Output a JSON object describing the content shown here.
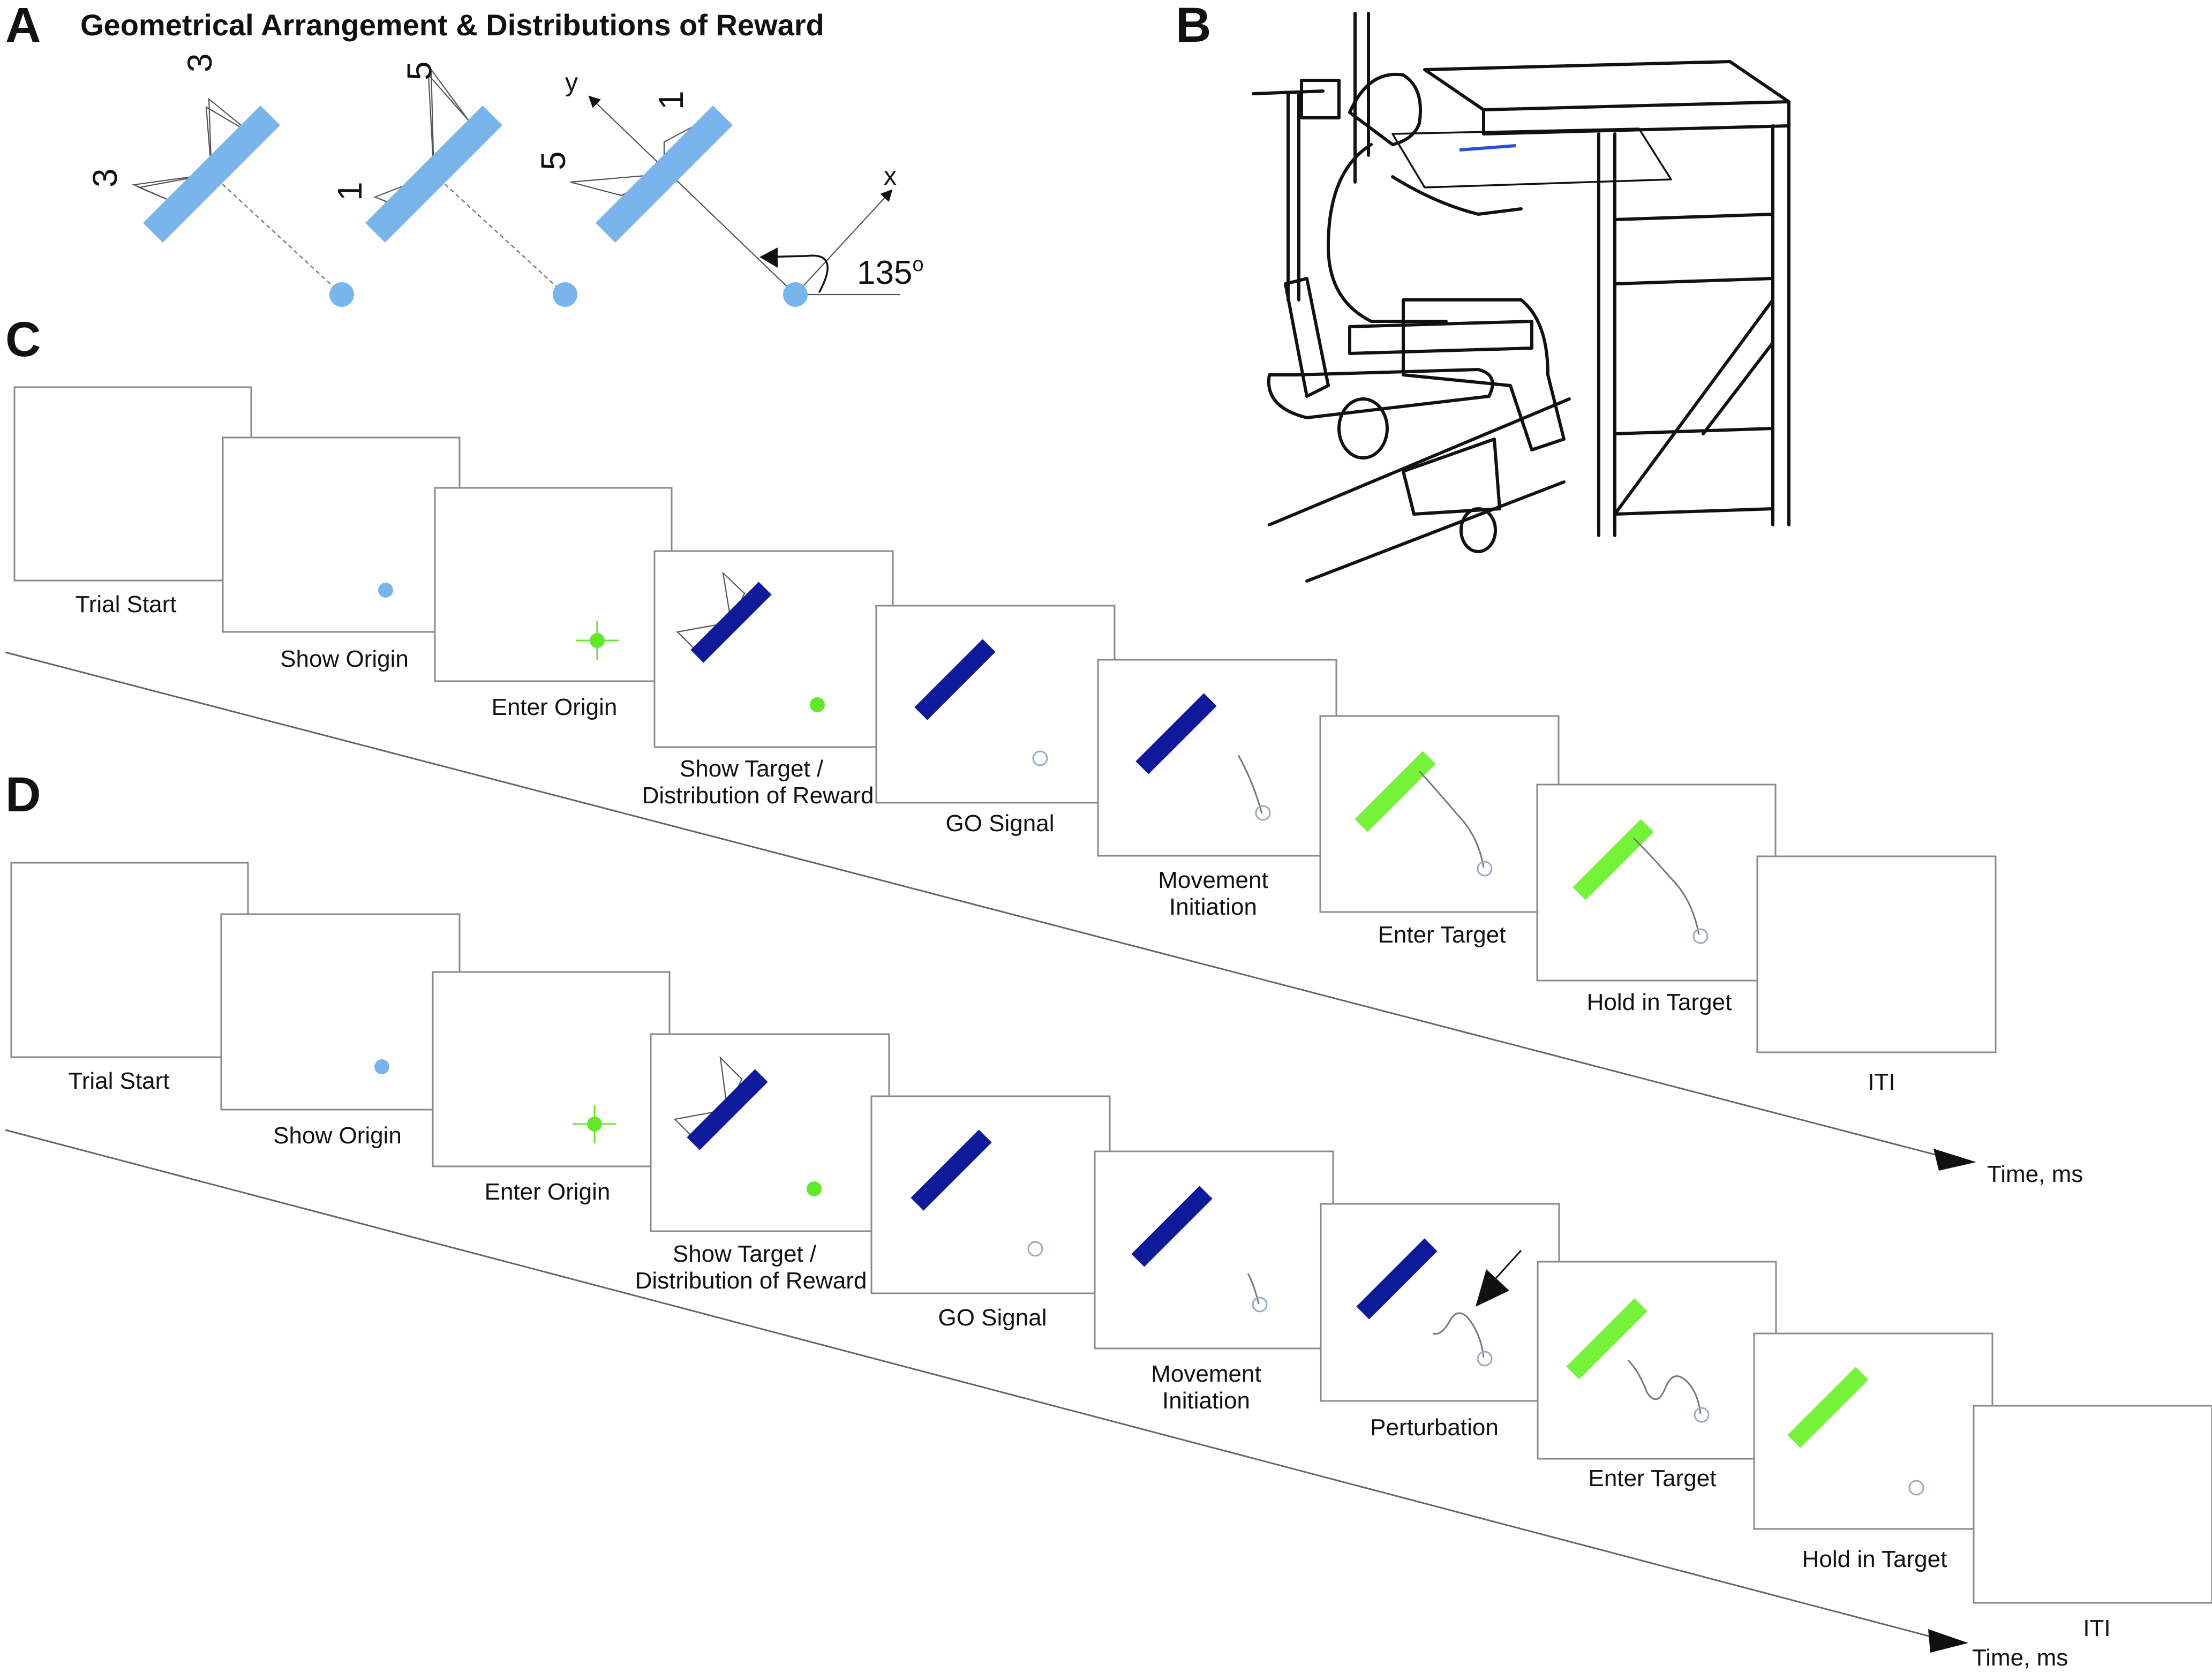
{
  "panels": {
    "A": {
      "letter": "A",
      "title": "Geometrical Arrangement & Distributions of Reward",
      "arrangements": [
        {
          "upper": "3",
          "lower": "3"
        },
        {
          "upper": "5",
          "lower": "1"
        },
        {
          "upper": "1",
          "lower": "5"
        }
      ],
      "axis_x": "x",
      "axis_y": "y",
      "angle_value": "135",
      "angle_unit": "o"
    },
    "B": {
      "letter": "B"
    },
    "C": {
      "letter": "C",
      "captions": [
        "Trial Start",
        "Show Origin",
        "Enter Origin",
        "Show Target /",
        "Distribution of Reward",
        "GO Signal",
        "Movement",
        "Initiation",
        "Enter Target",
        "Hold in Target",
        "ITI"
      ],
      "time_label": "Time, ms"
    },
    "D": {
      "letter": "D",
      "captions": [
        "Trial Start",
        "Show Origin",
        "Enter Origin",
        "Show Target /",
        "Distribution of Reward",
        "GO Signal",
        "Movement",
        "Initiation",
        "Perturbation",
        "Enter Target",
        "Hold in Target",
        "ITI"
      ],
      "time_label": "Time, ms"
    }
  },
  "colors": {
    "origin_blue": "#79b5ec",
    "target_light_blue": "#79b5ec",
    "target_dark_blue": "#0f1a9a",
    "target_green": "#77f23a",
    "origin_green": "#62e82a",
    "ring": "#99a9c8"
  }
}
